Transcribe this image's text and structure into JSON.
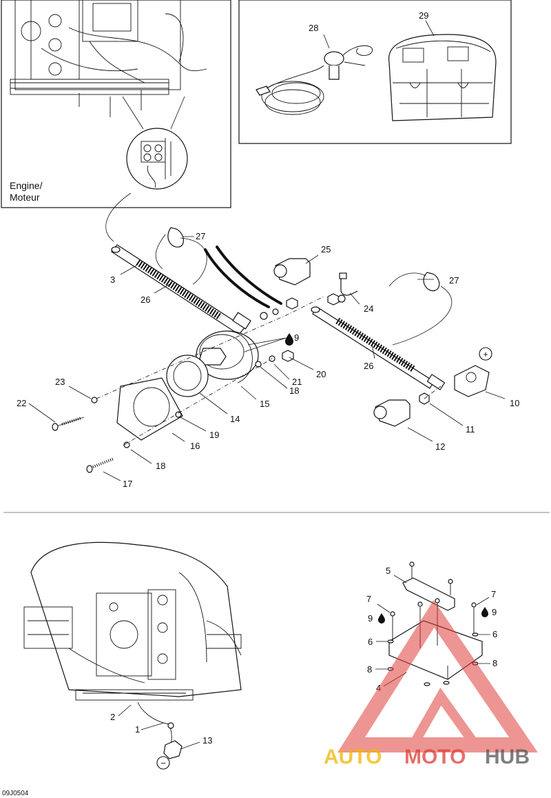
{
  "inset_engine": {
    "label_line1": "Engine/",
    "label_line2": "Moteur"
  },
  "symbols": {
    "positive": "+",
    "negative": "−"
  },
  "callouts": {
    "c1": "1",
    "c2": "2",
    "c3": "3",
    "c4": "4",
    "c5": "5",
    "c6a": "6",
    "c6b": "6",
    "c7a": "7",
    "c7b": "7",
    "c8a": "8",
    "c8b": "8",
    "c9a": "9",
    "c9b": "9",
    "c9c": "9",
    "c10": "10",
    "c11": "11",
    "c12": "12",
    "c13": "13",
    "c14": "14",
    "c15": "15",
    "c16": "16",
    "c17": "17",
    "c18a": "18",
    "c18b": "18",
    "c19": "19",
    "c20": "20",
    "c21": "21",
    "c22": "22",
    "c23": "23",
    "c24": "24",
    "c25": "25",
    "c26a": "26",
    "c26b": "26",
    "c27a": "27",
    "c27b": "27",
    "c28": "28",
    "c29": "29"
  },
  "figure_code": "09J0504",
  "watermark": {
    "part1": "AUTO",
    "part2": "MOTO",
    "part3": "HUB",
    "color_a": "#f4b400",
    "color_b": "#e0403a",
    "color_c": "#555555"
  },
  "icons": {
    "loctite": "drop-icon",
    "positive_terminal": "plus-circle-icon",
    "negative_terminal": "minus-circle-icon"
  }
}
